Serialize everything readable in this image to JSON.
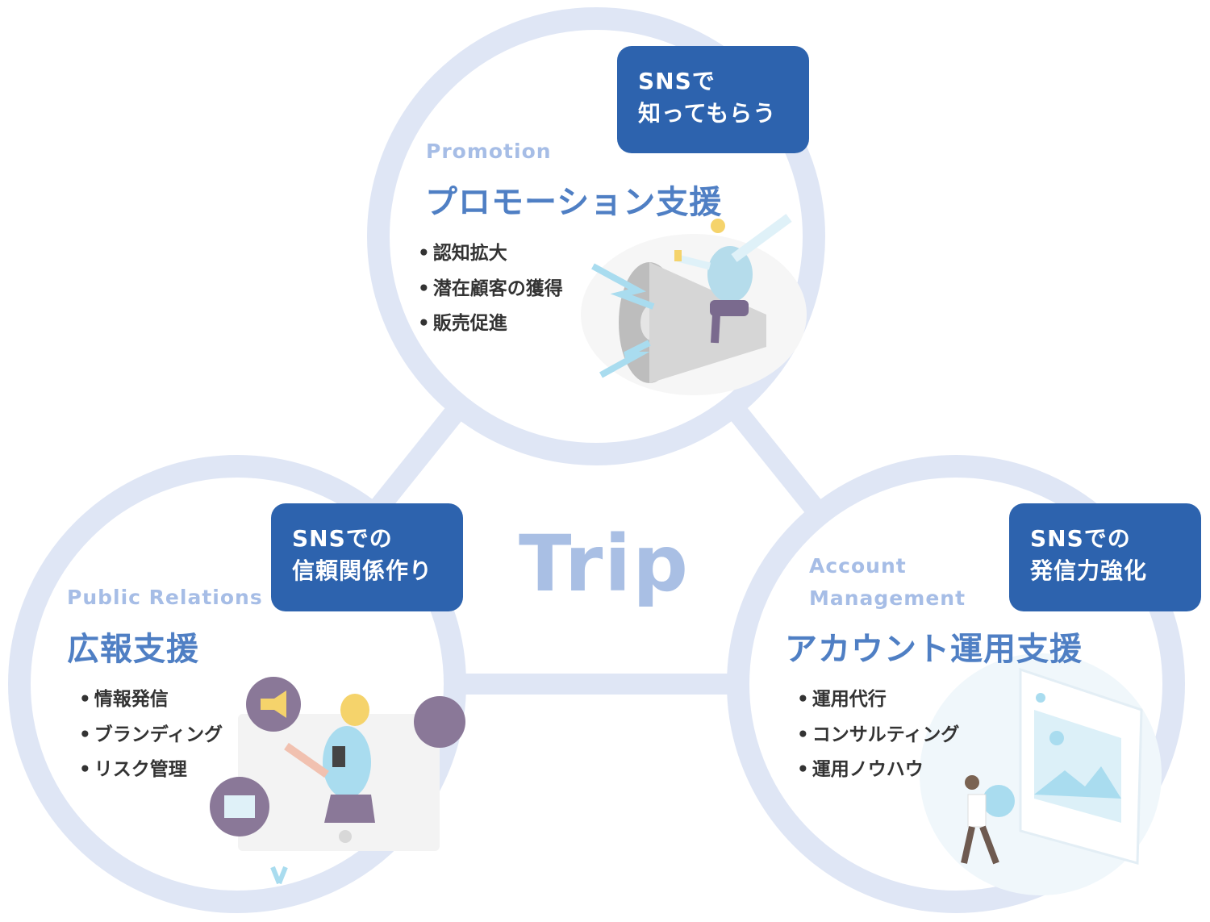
{
  "center_label": "Trip",
  "colors": {
    "ring": "#dfe6f5",
    "badge": "#2d63ae",
    "title": "#4f7fc4",
    "subtitle": "#a6bde6"
  },
  "promotion": {
    "badge_line1": "SNSで",
    "badge_line2": "知ってもらう",
    "subtitle": "Promotion",
    "title": "プロモーション支援",
    "items": [
      "認知拡大",
      "潜在顧客の獲得",
      "販売促進"
    ]
  },
  "public_relations": {
    "badge_line1": "SNSでの",
    "badge_line2": "信頼関係作り",
    "subtitle": "Public Relations",
    "title": "広報支援",
    "items": [
      "情報発信",
      "ブランディング",
      "リスク管理"
    ]
  },
  "account": {
    "badge_line1": "SNSでの",
    "badge_line2": "発信力強化",
    "subtitle_line1": "Account",
    "subtitle_line2": "Management",
    "title": "アカウント運用支援",
    "items": [
      "運用代行",
      "コンサルティング",
      "運用ノウハウ"
    ]
  }
}
